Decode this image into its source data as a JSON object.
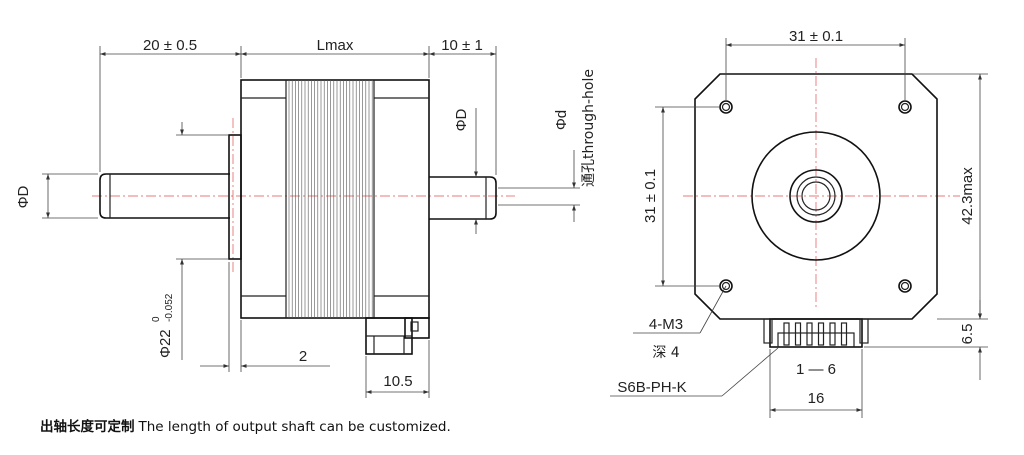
{
  "side_view": {
    "dim_front_shaft": "20 ± 0.5",
    "dim_body_length": "Lmax",
    "dim_rear_shaft": "10 ± 1",
    "dim_shaft_diameter": "ΦD",
    "dim_rear_shaft_diameter": "ΦD",
    "dim_through_hole": "Φd",
    "dim_through_hole_note": "通孔through-hole",
    "dim_boss_diameter": "Φ22",
    "dim_boss_tol_upper": "0",
    "dim_boss_tol_lower": "-0.052",
    "dim_boss_height": "2",
    "dim_connector_offset": "10.5"
  },
  "front_view": {
    "dim_hole_spacing_h": "31 ± 0.1",
    "dim_hole_spacing_v": "31 ± 0.1",
    "dim_body_size": "42.3max",
    "dim_connector_height": "6.5",
    "dim_connector_width": "16",
    "screw_holes": "4-M3",
    "screw_depth": "深 4",
    "connector_pins": "1 — 6",
    "connector_model": "S6B-PH-K"
  },
  "footer": {
    "note_cn": "出轴长度可定制",
    "note_en": "The length of output shaft can be customized."
  }
}
